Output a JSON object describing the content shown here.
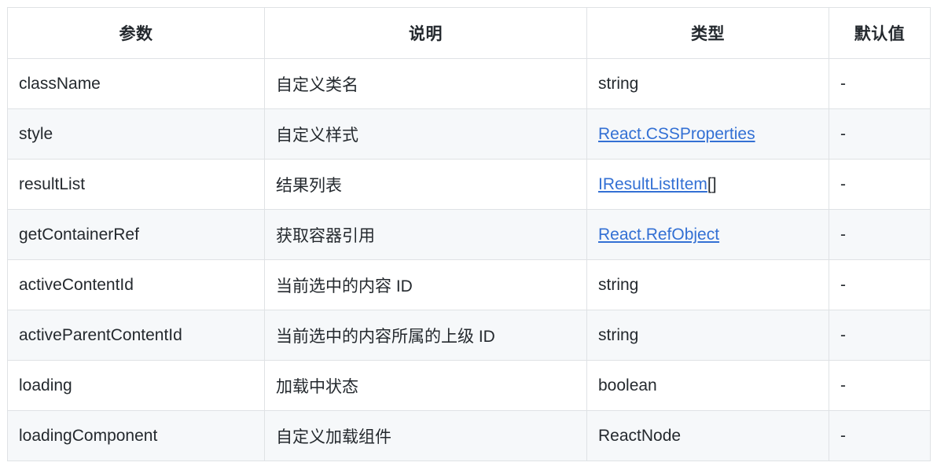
{
  "table": {
    "headers": [
      {
        "label": "参数",
        "name": "param"
      },
      {
        "label": "说明",
        "name": "description"
      },
      {
        "label": "类型",
        "name": "type"
      },
      {
        "label": "默认值",
        "name": "default"
      }
    ],
    "rows": [
      {
        "param": "className",
        "description": "自定义类名",
        "type": "string",
        "type_link": "",
        "type_suffix": "",
        "default": "-"
      },
      {
        "param": "style",
        "description": "自定义样式",
        "type": "",
        "type_link": "React.CSSProperties",
        "type_suffix": "",
        "default": "-"
      },
      {
        "param": "resultList",
        "description": "结果列表",
        "type": "",
        "type_link": "IResultListItem",
        "type_suffix": "[]",
        "default": "-"
      },
      {
        "param": "getContainerRef",
        "description": "获取容器引用",
        "type": "",
        "type_link": "React.RefObject",
        "type_suffix": "",
        "default": "-"
      },
      {
        "param": "activeContentId",
        "description": "当前选中的内容 ID",
        "type": "string",
        "type_link": "",
        "type_suffix": "",
        "default": "-"
      },
      {
        "param": "activeParentContentId",
        "description": "当前选中的内容所属的上级 ID",
        "type": "string",
        "type_link": "",
        "type_suffix": "",
        "default": "-"
      },
      {
        "param": "loading",
        "description": "加载中状态",
        "type": "boolean",
        "type_link": "",
        "type_suffix": "",
        "default": "-"
      },
      {
        "param": "loadingComponent",
        "description": "自定义加载组件",
        "type": "ReactNode",
        "type_link": "",
        "type_suffix": "",
        "default": "-"
      }
    ]
  },
  "colors": {
    "link": "#3370d4",
    "text": "#24292e",
    "border": "#dfe2e5",
    "row_stripe": "#f6f8fa",
    "background": "#ffffff"
  }
}
